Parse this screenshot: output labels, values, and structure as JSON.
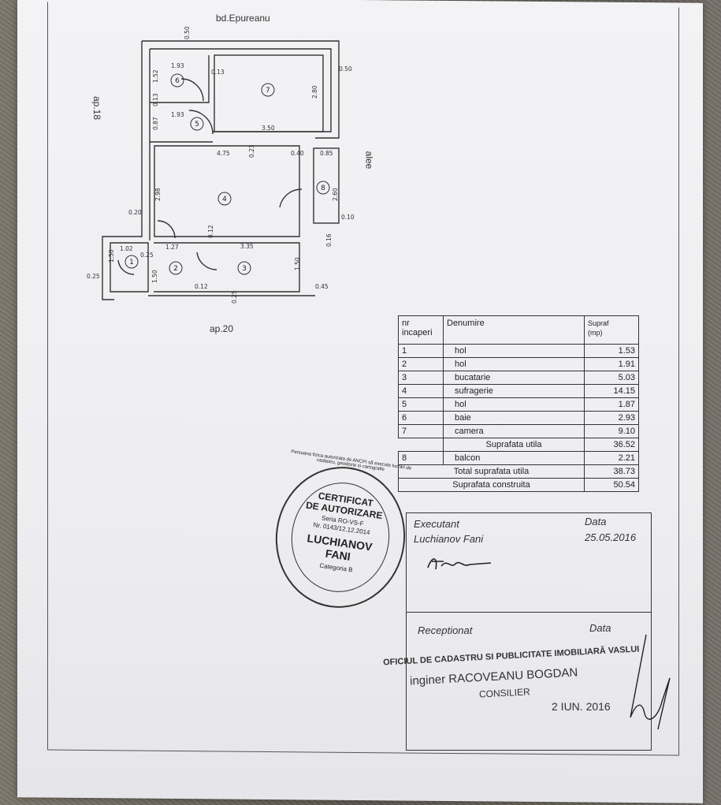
{
  "plan": {
    "street": "bd.Epureanu",
    "ap_left": "ap.18",
    "ap_bottom": "ap.20",
    "alee": "alee",
    "rooms": [
      "1",
      "2",
      "3",
      "4",
      "5",
      "6",
      "7",
      "8"
    ],
    "dims": {
      "d050a": "0.50",
      "d050b": "0.50",
      "d193a": "1.93",
      "d193b": "1.93",
      "d152": "1.52",
      "d013a": "0.13",
      "d013b": "0.13",
      "d087": "0.87",
      "d280": "2.80",
      "d350": "3.50",
      "d475": "4.75",
      "d023": "0.23",
      "d040": "0.40",
      "d085": "0.85",
      "d298": "2.98",
      "d260": "2.60",
      "d020": "0.20",
      "d010": "0.10",
      "d012a": "0.12",
      "d016": "0.16",
      "d127": "1.27",
      "d335": "3.35",
      "d102": "1.02",
      "d150a": "1.50",
      "d025a": "0.25",
      "d025b": "0.25",
      "d150b": "1.50",
      "d150c": "1.50",
      "d012b": "0.12",
      "d045": "0.45",
      "d025c": "0.25"
    }
  },
  "table": {
    "h_nr": "nr",
    "h_incaperi": "incaperi",
    "h_denumire": "Denumire",
    "h_supraf": "Supraf",
    "h_mp": "(mp)",
    "rows": [
      {
        "nr": "1",
        "name": "hol",
        "val": "1.53"
      },
      {
        "nr": "2",
        "name": "hol",
        "val": "1.91"
      },
      {
        "nr": "3",
        "name": "bucatarie",
        "val": "5.03"
      },
      {
        "nr": "4",
        "name": "sufragerie",
        "val": "14.15"
      },
      {
        "nr": "5",
        "name": "hol",
        "val": "1.87"
      },
      {
        "nr": "6",
        "name": "baie",
        "val": "2.93"
      },
      {
        "nr": "7",
        "name": "camera",
        "val": "9.10"
      }
    ],
    "utila_label": "Suprafata utila",
    "utila_val": "36.52",
    "balcon": {
      "nr": "8",
      "name": "balcon",
      "val": "2.21"
    },
    "total_label": "Total suprafata utila",
    "total_val": "38.73",
    "construita_label": "Suprafata construita",
    "construita_val": "50.54"
  },
  "sign": {
    "executant": "Executant",
    "data1": "Data",
    "executant_name": "Luchianov Fani",
    "date1": "25.05.2016",
    "receptionat": "Receptionat",
    "data2": "Data",
    "office": "OFICIUL DE CADASTRU SI PUBLICITATE IMOBILIARĂ VASLUI",
    "inginer": "inginer RACOVEANU BOGDAN",
    "consilier": "CONSILIER",
    "date2": "2   IUN. 2016"
  },
  "stamp": {
    "ring": "Persoana fizica autorizata de ANCPI să execute lucrări de cadastru, geodezie si cartografie",
    "l1": "CERTIFICAT",
    "l2": "DE AUTORIZARE",
    "l3": "Seria RO-VS-F",
    "l4": "Nr. 0143/12.12.2014",
    "l5": "LUCHIANOV",
    "l6": "FANI",
    "l7": "Categoria B"
  }
}
